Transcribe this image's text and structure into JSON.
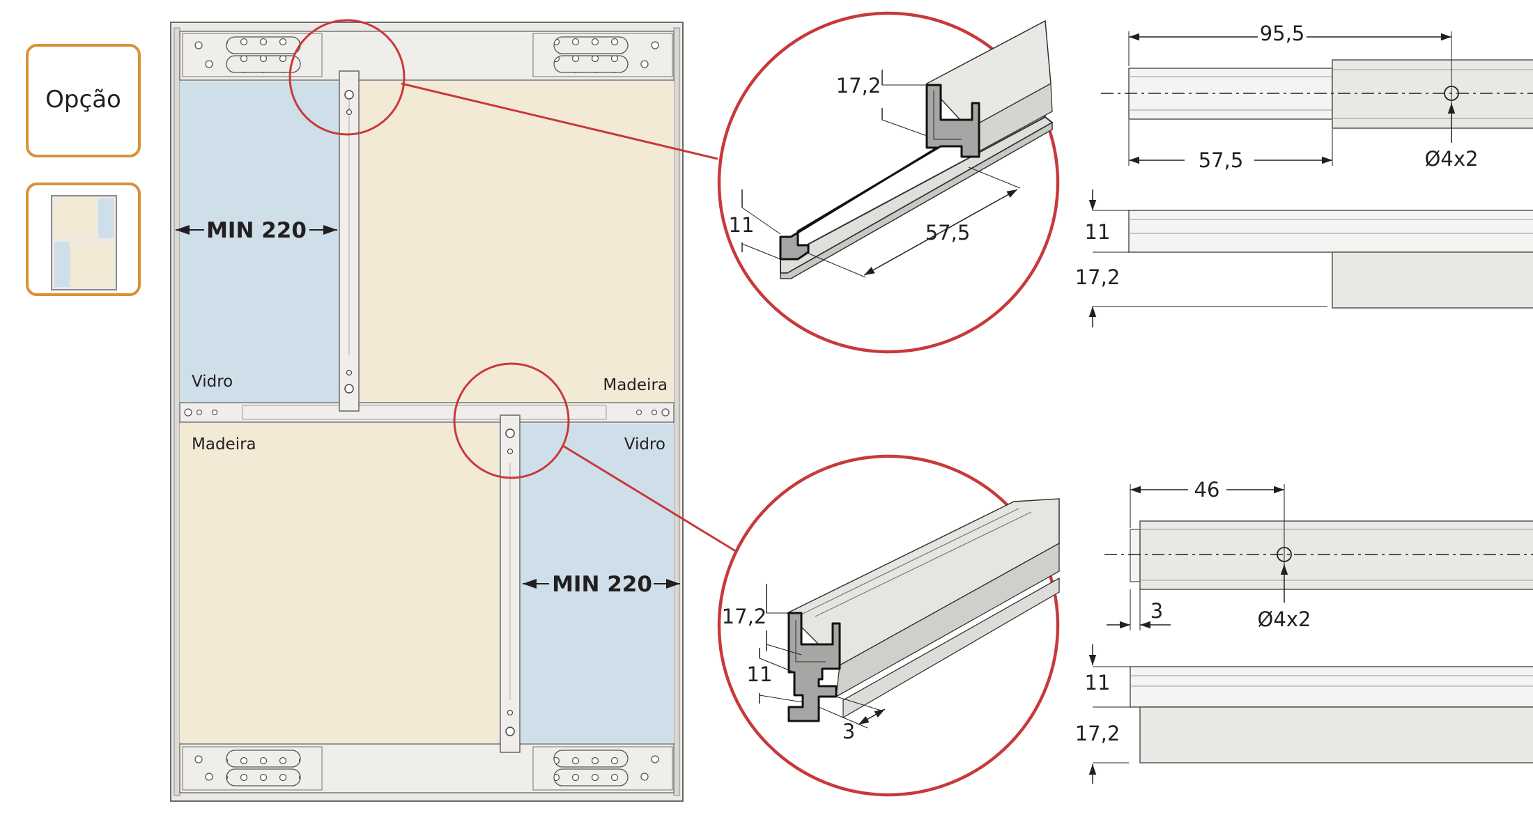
{
  "option_panel": {
    "option_label": "Opção",
    "colors": {
      "border": "#d8913a",
      "glass": "#cfdfea",
      "wood": "#f3ead6"
    }
  },
  "frame": {
    "top_left_panel": "Vidro",
    "top_right_panel": "Madeira",
    "bottom_left_panel": "Madeira",
    "bottom_right_panel": "Vidro",
    "min_width_top": "MIN 220",
    "min_width_bottom": "MIN 220",
    "colors": {
      "glass": "#cfdfea",
      "wood": "#f3ead6",
      "frame": "#ebe9e4",
      "callout": "#c8393a"
    }
  },
  "detail_top": {
    "dim_height": "17,2",
    "dim_step": "11",
    "dim_length": "57,5"
  },
  "detail_bottom": {
    "dim_height": "17,2",
    "dim_step": "11",
    "dim_offset": "3"
  },
  "drawing_top": {
    "dim_overall": "95,5",
    "dim_inner": "57,5",
    "dim_hole": "Ø4x2",
    "dim_step": "11",
    "dim_height": "17,2"
  },
  "drawing_bottom": {
    "dim_overall": "46",
    "dim_offset": "3",
    "dim_hole": "Ø4x2",
    "dim_step": "11",
    "dim_height": "17,2"
  }
}
